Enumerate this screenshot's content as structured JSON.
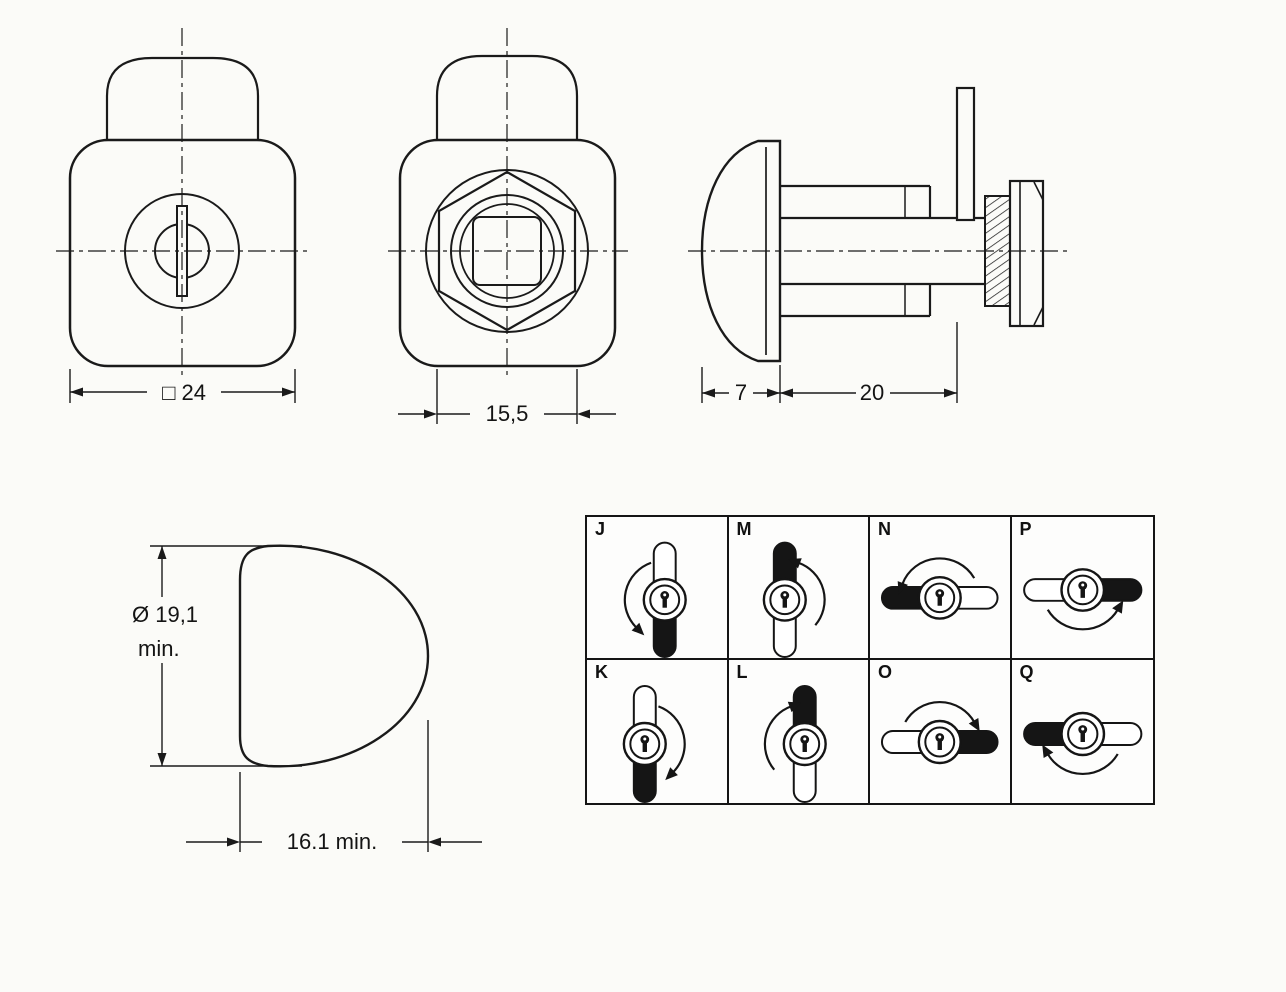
{
  "drawing": {
    "front_view": {
      "dim": "□ 24"
    },
    "hex_view": {
      "dim": "15,5"
    },
    "side_view": {
      "dim_flange": "7",
      "dim_body": "20"
    },
    "cutout_view": {
      "dim_diameter": "Ø 19,1",
      "dim_diameter_min": "min.",
      "dim_width": "16.1 min."
    },
    "cam_options": {
      "cells": [
        {
          "label": "J",
          "cam": "down",
          "rotation": "ccw"
        },
        {
          "label": "M",
          "cam": "up",
          "rotation": "ccw"
        },
        {
          "label": "N",
          "cam": "left",
          "rotation": "ccw"
        },
        {
          "label": "P",
          "cam": "right",
          "rotation": "ccw"
        },
        {
          "label": "K",
          "cam": "down",
          "rotation": "cw"
        },
        {
          "label": "L",
          "cam": "up",
          "rotation": "cw"
        },
        {
          "label": "O",
          "cam": "right",
          "rotation": "cw"
        },
        {
          "label": "Q",
          "cam": "left",
          "rotation": "cw"
        }
      ]
    }
  }
}
